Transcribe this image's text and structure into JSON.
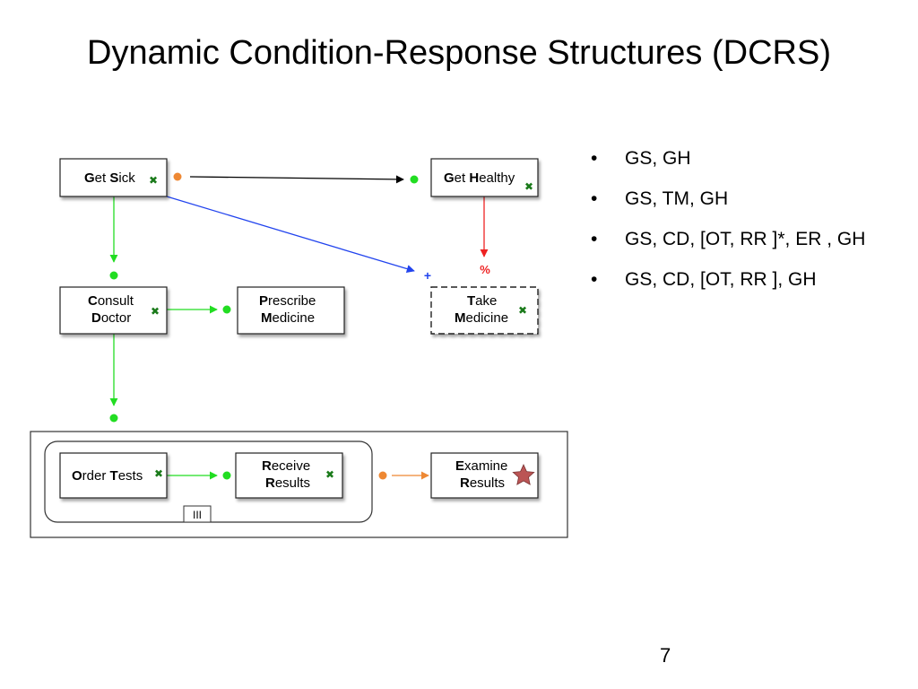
{
  "slide": {
    "title": "Dynamic Condition-Response Structures (DCRS)",
    "page_number": "7"
  },
  "diagram": {
    "events": {
      "get_sick": {
        "bold": "G",
        "rest1": "et ",
        "bold2": "S",
        "rest2": "ick"
      },
      "get_healthy": {
        "bold": "G",
        "rest1": "et ",
        "bold2": "H",
        "rest2": "ealthy"
      },
      "consult_doctor": {
        "line1_bold": "C",
        "line1_rest": "onsult",
        "line2_bold": "D",
        "line2_rest": "octor"
      },
      "prescribe_medicine": {
        "line1_bold": "P",
        "line1_rest": "rescribe",
        "line2_bold": "M",
        "line2_rest": "edicine"
      },
      "take_medicine": {
        "line1_bold": "T",
        "line1_rest": "ake",
        "line2_bold": "M",
        "line2_rest": "edicine"
      },
      "order_tests": {
        "bold": "O",
        "rest1": "rder ",
        "bold2": "T",
        "rest2": "ests"
      },
      "receive_results": {
        "line1_bold": "R",
        "line1_rest": "eceive",
        "line2_bold": "R",
        "line2_rest": "esults"
      },
      "examine_results": {
        "line1_bold": "E",
        "line1_rest": "xamine",
        "line2_bold": "R",
        "line2_rest": "esults"
      }
    },
    "markers": {
      "include": "+",
      "exclude": "%",
      "included_mark": "✖",
      "subprocess_tag": "III"
    },
    "colors": {
      "condition_arrow": "#000000",
      "include_arrow": "#2244ee",
      "exclude_arrow": "#ee2222",
      "response_arrow": "#22dd22",
      "milestone_arrow": "#ee8833",
      "green_dot": "#22dd22",
      "orange_dot": "#ee8833",
      "executed_mark": "#1a7a1a",
      "star": "#bb5555"
    }
  },
  "bullets": [
    "GS, GH",
    "GS, TM, GH",
    "GS, CD, [OT, RR ]*, ER , GH",
    "GS, CD, [OT, RR ], GH"
  ]
}
